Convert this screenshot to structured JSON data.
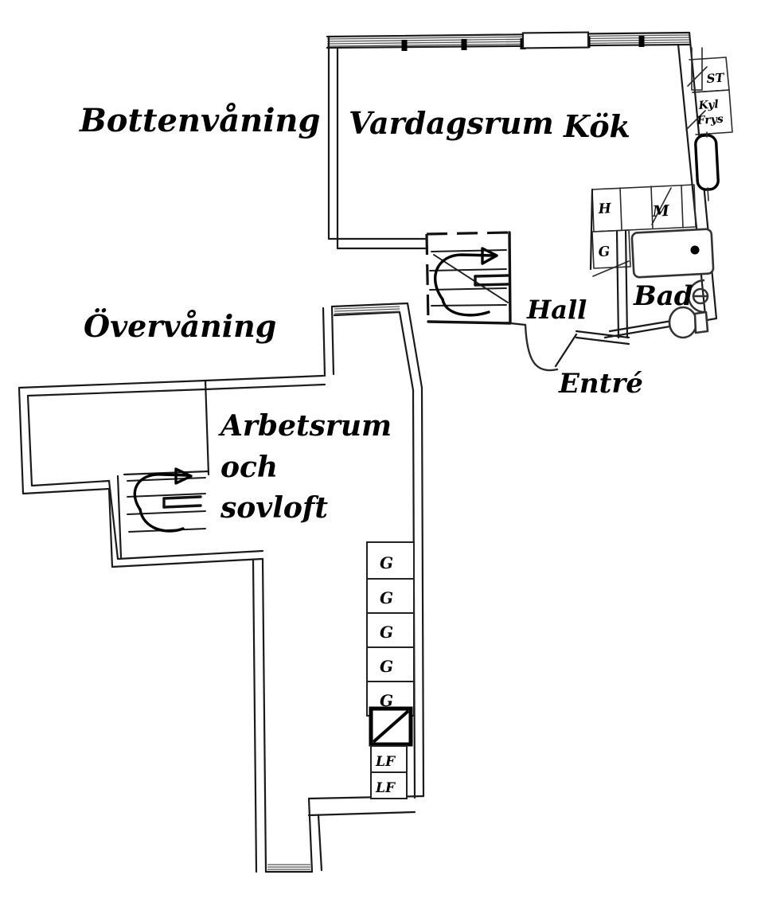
{
  "document": {
    "kind": "floor-plan-drawing",
    "language": "Swedish",
    "background_color": "#ffffff",
    "ink_color": "#000000"
  },
  "floors": [
    {
      "id": "ground",
      "label": "Bottenvåning",
      "rooms": [
        {
          "id": "vardagsrum",
          "label": "Vardagsrum"
        },
        {
          "id": "kok",
          "label": "Kök"
        },
        {
          "id": "hall",
          "label": "Hall"
        },
        {
          "id": "bad",
          "label": "Bad"
        },
        {
          "id": "entre",
          "label": "Entré"
        }
      ],
      "fixtures": [
        {
          "id": "st",
          "label": "ST",
          "meaning": "stair-marker"
        },
        {
          "id": "kyl-frys",
          "label": "Kyl\nFrys",
          "line1": "Kyl",
          "line2": "Frys",
          "meaning": "fridge-freezer"
        },
        {
          "id": "h",
          "label": "H",
          "meaning": "hylla"
        },
        {
          "id": "m",
          "label": "M",
          "meaning": "maskin"
        },
        {
          "id": "g-hall",
          "label": "G",
          "meaning": "garderob"
        }
      ],
      "features": [
        "windows-top-wall",
        "stair-up-winder",
        "entrance-door-swing",
        "bathtub",
        "wash-basin",
        "toilet",
        "counter-unit"
      ]
    },
    {
      "id": "upper",
      "label": "Övervåning",
      "rooms": [
        {
          "id": "arbetsrum-sovloft",
          "label_lines": [
            "Arbetsrum",
            "och",
            "sovloft"
          ],
          "line1": "Arbetsrum",
          "line2": "och",
          "line3": "sovloft"
        }
      ],
      "storage_column": [
        {
          "index": 0,
          "label": "G",
          "type": "closet"
        },
        {
          "index": 1,
          "label": "G",
          "type": "closet"
        },
        {
          "index": 2,
          "label": "G",
          "type": "closet"
        },
        {
          "index": 3,
          "label": "G",
          "type": "closet"
        },
        {
          "index": 4,
          "label": "G",
          "type": "closet"
        },
        {
          "index": 5,
          "label": "",
          "type": "shaft-diagonal"
        },
        {
          "index": 6,
          "label": "LF",
          "type": "utility"
        },
        {
          "index": 7,
          "label": "LF",
          "type": "utility"
        }
      ],
      "features": [
        "stair-down-winder",
        "window-left-wall",
        "window-bottom-wall"
      ]
    }
  ]
}
